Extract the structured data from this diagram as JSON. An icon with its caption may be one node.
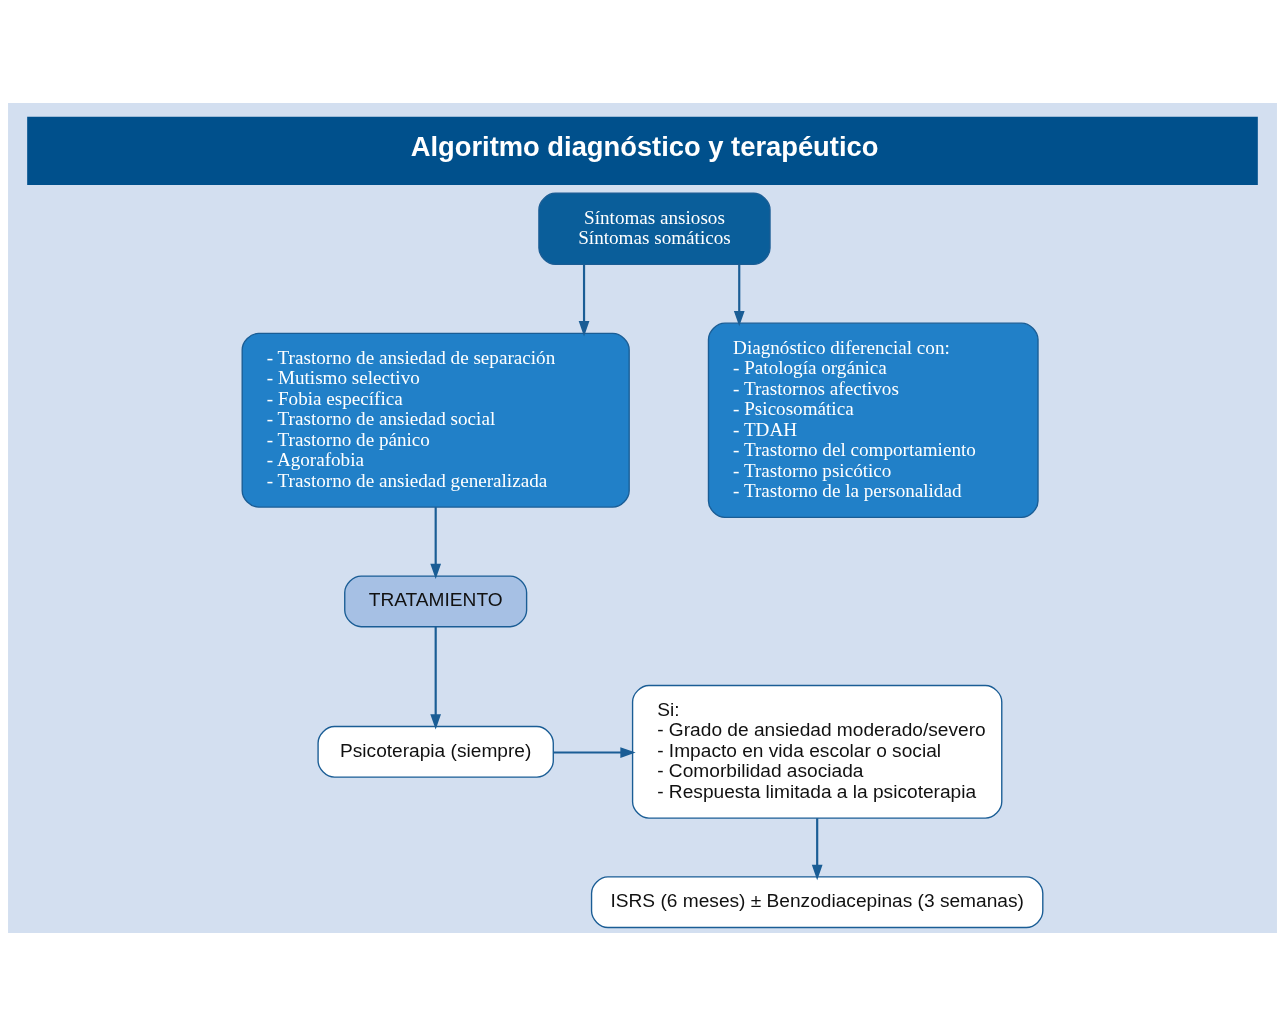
{
  "diagram": {
    "title": "Algoritmo diagnóstico y terapéutico",
    "nodes": [
      {
        "text": [
          "Síntomas ansiosos",
          "Síntomas somáticos"
        ]
      },
      {
        "text": [
          "- Trastorno de ansiedad de separación",
          "- Mutismo selectivo",
          "- Fobia específica",
          "- Trastorno de ansiedad social",
          "- Trastorno de pánico",
          "- Agorafobia",
          "- Trastorno de ansiedad generalizada"
        ]
      },
      {
        "text": [
          "Diagnóstico diferencial con:",
          "- Patología orgánica",
          "- Trastornos afectivos",
          "- Psicosomática",
          "- TDAH",
          "- Trastorno del comportamiento",
          "- Trastorno psicótico",
          "- Trastorno de la personalidad"
        ]
      },
      {
        "text": [
          "TRATAMIENTO"
        ]
      },
      {
        "text": [
          "Psicoterapia (siempre)"
        ]
      },
      {
        "text": [
          "Si:",
          "- Grado de ansiedad moderado/severo",
          "- Impacto en vida escolar o social",
          "- Comorbilidad asociada",
          "- Respuesta limitada a la psicoterapia"
        ]
      },
      {
        "text": [
          "ISRS (6 meses) ± Benzodiacepinas (3 semanas)"
        ]
      }
    ],
    "edges": [
      {
        "from": 0,
        "to": 1,
        "arrow": "to"
      },
      {
        "from": 0,
        "to": 2,
        "arrow": "to"
      },
      {
        "from": 1,
        "to": 3,
        "arrow": "to"
      },
      {
        "from": 3,
        "to": 4,
        "arrow": "to"
      },
      {
        "from": 4,
        "to": 5,
        "arrow": "to"
      },
      {
        "from": 5,
        "to": 6,
        "arrow": "to"
      }
    ]
  }
}
